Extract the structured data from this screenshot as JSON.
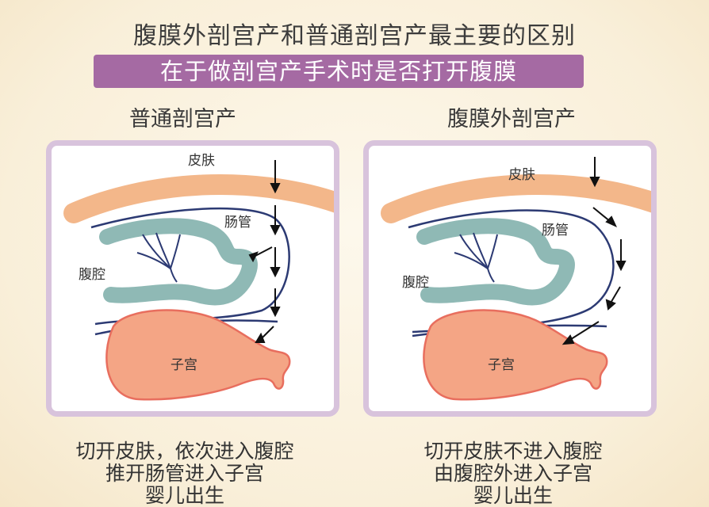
{
  "header": {
    "title": "腹膜外剖宫产和普通剖宫产最主要的区别",
    "subtitle": "在于做剖宫产手术时是否打开腹膜"
  },
  "colors": {
    "subtitle_bg": "#a56aa3",
    "panel_border": "#d8c3dc",
    "skin": "#f3b78a",
    "intestine": "#8fb9b5",
    "uterus": "#f4a585",
    "uterus_outline": "#e86e5e",
    "membrane": "#2c3a73"
  },
  "left_panel": {
    "heading": "普通剖宫产",
    "labels": {
      "skin": "皮肤",
      "intestine": "肠管",
      "cavity": "腹腔",
      "uterus": "子宫"
    },
    "caption": [
      "切开皮肤，依次进入腹腔",
      "推开肠管进入子宫",
      "婴儿出生"
    ]
  },
  "right_panel": {
    "heading": "腹膜外剖宫产",
    "labels": {
      "skin": "皮肤",
      "intestine": "肠管",
      "cavity": "腹腔",
      "uterus": "子宫"
    },
    "caption": [
      "切开皮肤不进入腹腔",
      "由腹腔外进入子宫",
      "婴儿出生"
    ]
  }
}
